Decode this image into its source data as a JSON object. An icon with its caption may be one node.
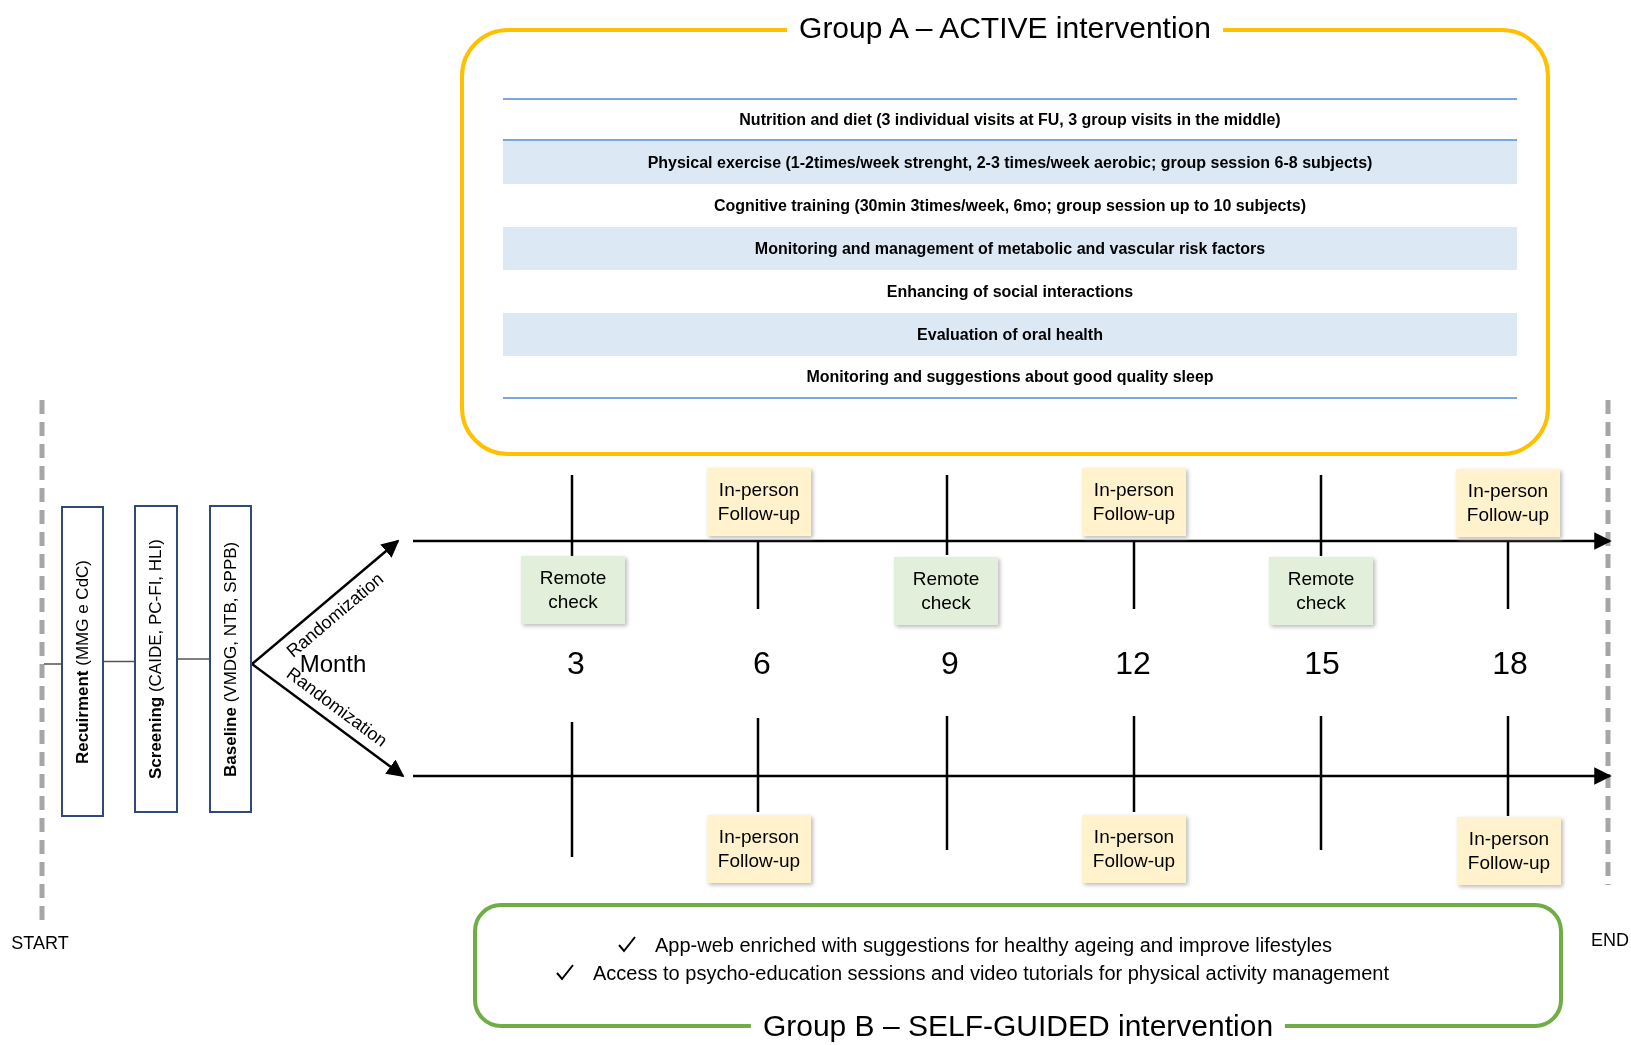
{
  "diagram": {
    "nodes": [
      {
        "text": [
          "Group A – ACTIVE intervention"
        ]
      },
      {
        "text": [
          "Nutrition and diet (3 individual visits at FU, 3 group visits in the middle)"
        ],
        "in": 0
      },
      {
        "text": [
          "Physical exercise (1-2times/week strenght, 2-3 times/week aerobic; group session 6-8 subjects)"
        ],
        "in": 0
      },
      {
        "text": [
          "Cognitive training (30min 3times/week, 6mo; group session up to 10 subjects)"
        ],
        "in": 0
      },
      {
        "text": [
          "Monitoring and management of metabolic and vascular risk factors"
        ],
        "in": 0
      },
      {
        "text": [
          "Enhancing of social interactions"
        ],
        "in": 0
      },
      {
        "text": [
          "Evaluation of oral health"
        ],
        "in": 0
      },
      {
        "text": [
          "Monitoring and suggestions about good quality sleep"
        ],
        "in": 0
      },
      {
        "text": [
          "**Recuirment** (MMG e CdC)"
        ]
      },
      {
        "text": [
          "**Screening** (CAIDE, PC-FI, HLI)"
        ]
      },
      {
        "text": [
          "**Baseline** (VMDG, NTB, SPPB)"
        ]
      },
      {
        "text": [
          "Remote check"
        ]
      },
      {
        "text": [
          "In-person Follow-up"
        ]
      },
      {
        "text": [
          "Remote check"
        ]
      },
      {
        "text": [
          "In-person Follow-up"
        ]
      },
      {
        "text": [
          "Remote check"
        ]
      },
      {
        "text": [
          "In-person Follow-up"
        ]
      },
      {
        "text": [
          "In-person Follow-up"
        ]
      },
      {
        "text": [
          "In-person Follow-up"
        ]
      },
      {
        "text": [
          "In-person Follow-up"
        ]
      },
      {
        "text": [
          "App-web enriched with suggestions for healthy ageing and improve lifestyles",
          "Access to psycho-education sessions and video tutorials for physical activity management",
          "Group B – SELF-GUIDED intervention"
        ]
      }
    ],
    "edges": [
      {
        "from": 8,
        "to": 9,
        "arrow": "none"
      },
      {
        "from": 9,
        "to": 10,
        "arrow": "none"
      },
      {
        "from": 10,
        "to": null,
        "arrow": "to",
        "label": "Randomization"
      },
      {
        "from": 10,
        "to": null,
        "arrow": "to",
        "label": "Randomization"
      }
    ],
    "labels": [
      "Month",
      "3",
      "6",
      "9",
      "12",
      "15",
      "18",
      "START",
      "END"
    ]
  }
}
